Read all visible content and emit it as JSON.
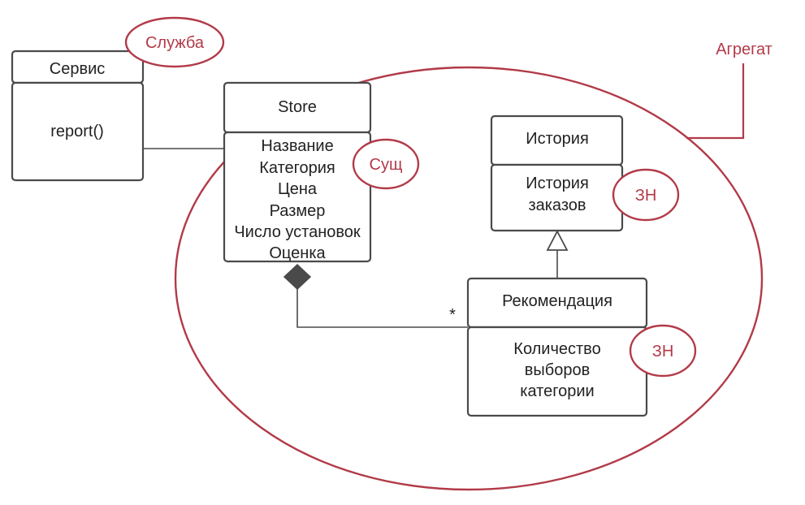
{
  "colors": {
    "uml": "#4a4a4a",
    "annotation": "#b23a48",
    "background": "#ffffff"
  },
  "aggregate_label": "Агрегат",
  "service": {
    "name": "Сервис",
    "method": "report()",
    "tag": "Служба"
  },
  "store": {
    "name": "Store",
    "attributes": [
      "Название",
      "Категория",
      "Цена",
      "Размер",
      "Число установок",
      "Оценка"
    ],
    "tag": "Сущ"
  },
  "history": {
    "name": "История",
    "attribute_lines": [
      "История",
      "заказов"
    ],
    "tag": "ЗН"
  },
  "recommendation": {
    "name": "Рекомендация",
    "attribute_lines": [
      "Количество",
      "выборов",
      "категории"
    ],
    "tag": "ЗН"
  },
  "association": {
    "multiplicity": "*"
  }
}
